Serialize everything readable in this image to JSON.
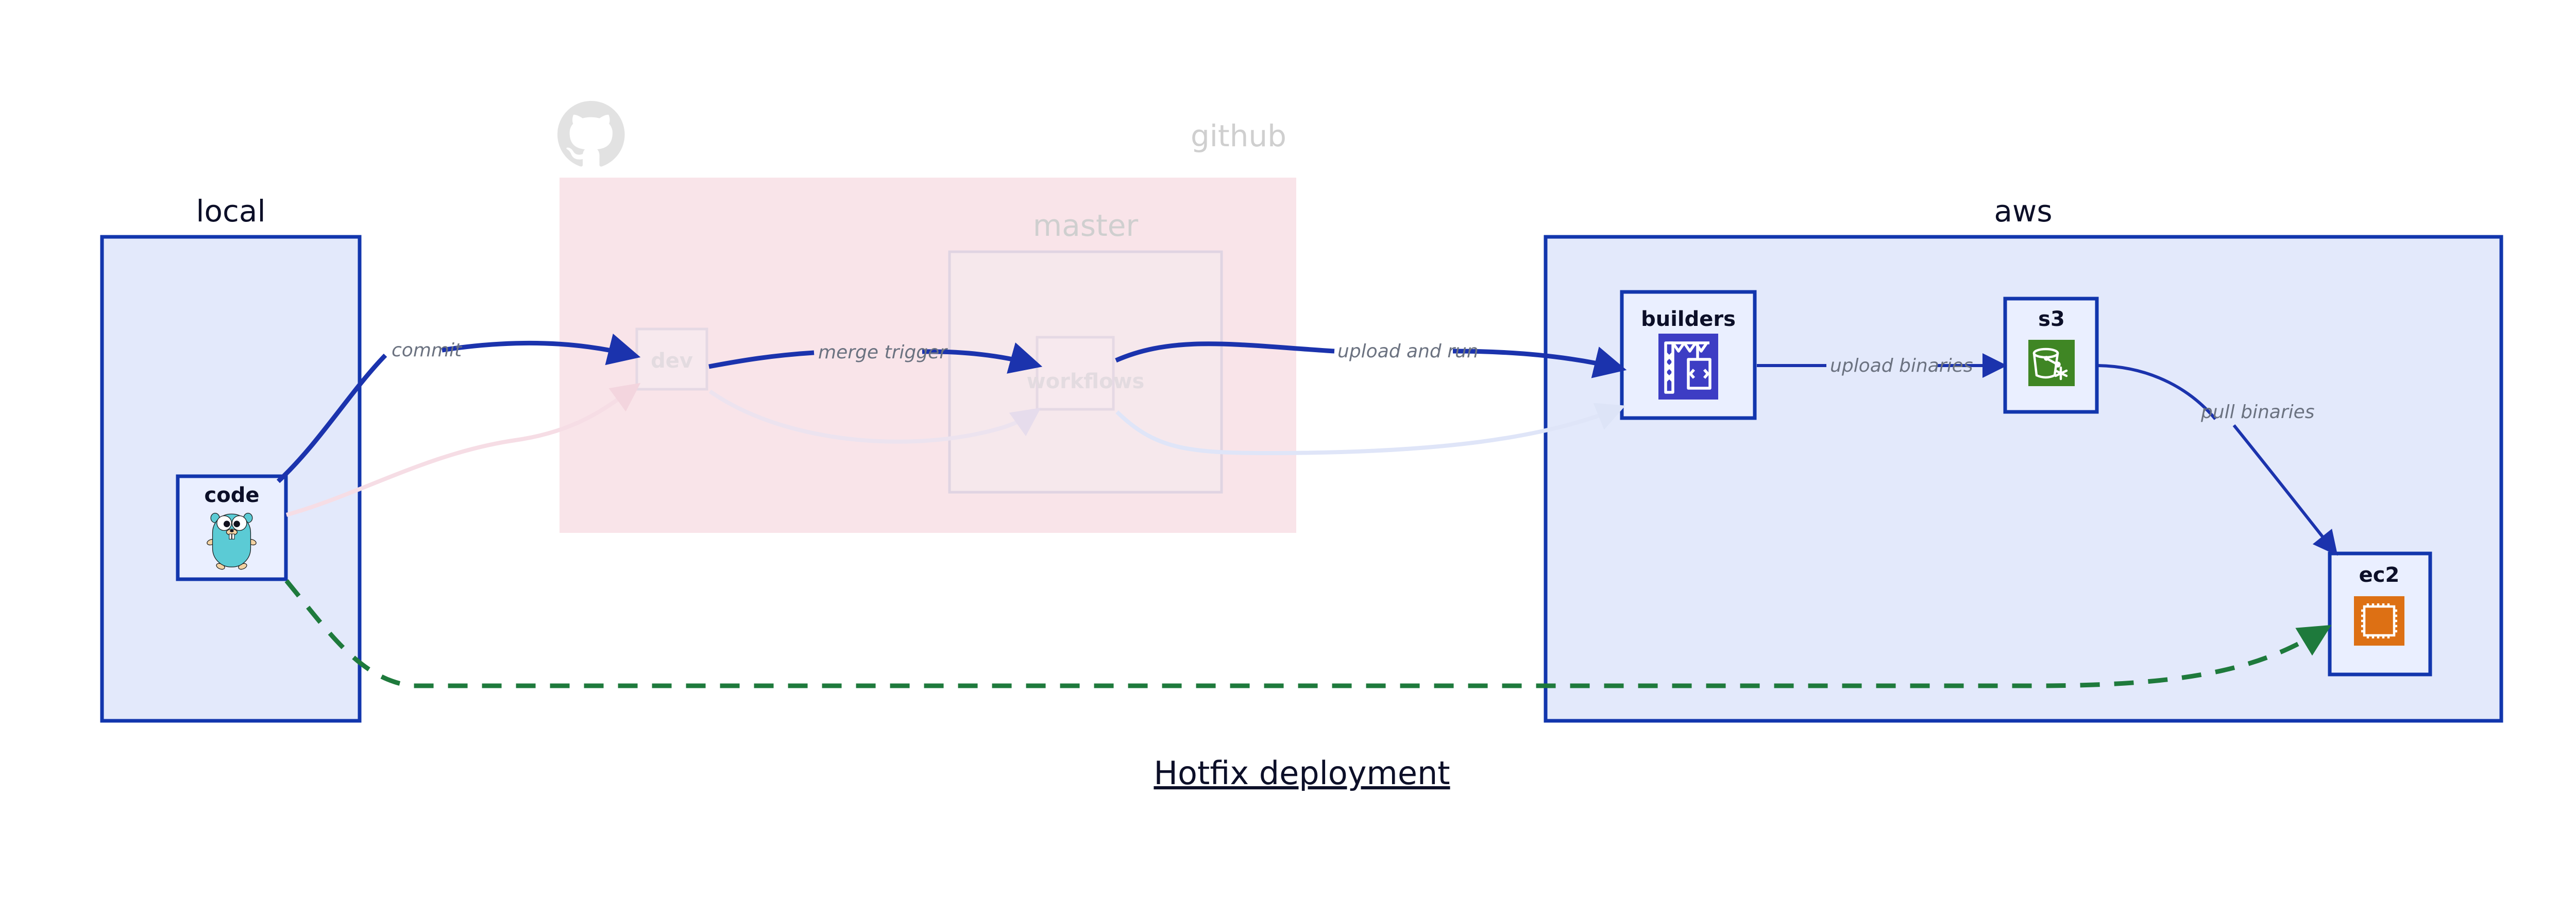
{
  "diagram": {
    "title": "Hotfix deployment",
    "groups": [
      {
        "id": "local",
        "label": "local",
        "ghosted": false
      },
      {
        "id": "github",
        "label": "github",
        "ghosted": true
      },
      {
        "id": "aws",
        "label": "aws",
        "ghosted": false
      }
    ],
    "subgroups": [
      {
        "id": "master",
        "label": "master",
        "parent": "github",
        "ghosted": true
      }
    ],
    "nodes": [
      {
        "id": "code",
        "label": "code",
        "group": "local",
        "icon": "go-gopher-icon",
        "ghosted": false
      },
      {
        "id": "dev",
        "label": "dev",
        "group": "github",
        "icon": null,
        "ghosted": true
      },
      {
        "id": "workflows",
        "label": "workflows",
        "group": "master",
        "icon": null,
        "ghosted": true
      },
      {
        "id": "builders",
        "label": "builders",
        "group": "aws",
        "icon": "codebuild-icon",
        "ghosted": false
      },
      {
        "id": "s3",
        "label": "s3",
        "group": "aws",
        "icon": "s3-bucket-icon",
        "ghosted": false
      },
      {
        "id": "ec2",
        "label": "ec2",
        "group": "aws",
        "icon": "ec2-chip-icon",
        "ghosted": false
      }
    ],
    "edges": [
      {
        "id": "commit",
        "from": "code",
        "to": "dev",
        "label": "commit",
        "style": "solid",
        "color": "#1b33ad",
        "ghosted": false
      },
      {
        "id": "merge-trigger",
        "from": "dev",
        "to": "workflows",
        "label": "merge trigger",
        "style": "solid",
        "color": "#1b33ad",
        "ghosted": false
      },
      {
        "id": "upload-run",
        "from": "workflows",
        "to": "builders",
        "label": "upload and run",
        "style": "solid",
        "color": "#1b33ad",
        "ghosted": false
      },
      {
        "id": "upload-bin",
        "from": "builders",
        "to": "s3",
        "label": "upload binaries",
        "style": "solid",
        "color": "#1b33ad",
        "ghosted": false
      },
      {
        "id": "pull-bin",
        "from": "s3",
        "to": "ec2",
        "label": "pull binaries",
        "style": "solid",
        "color": "#1b33ad",
        "ghosted": false
      },
      {
        "id": "hotfix-direct",
        "from": "code",
        "to": "ec2",
        "label": "",
        "style": "dashed",
        "color": "#1e7a3c",
        "ghosted": false
      },
      {
        "id": "ghost-code-dev",
        "from": "code",
        "to": "dev",
        "label": "",
        "style": "solid",
        "color": "#f6dde5",
        "ghosted": true
      },
      {
        "id": "ghost-dev-wf",
        "from": "dev",
        "to": "workflows",
        "label": "",
        "style": "solid",
        "color": "#ece3ef",
        "ghosted": true
      },
      {
        "id": "ghost-wf-builders",
        "from": "workflows",
        "to": "builders",
        "label": "",
        "style": "solid",
        "color": "#dfe5f8",
        "ghosted": true
      }
    ],
    "colors": {
      "container_fill": "#e3e9fb",
      "container_stroke": "#1236ad",
      "github_fill": "#f9e4e9",
      "node_fill": "#eaefff",
      "edge_blue": "#1b33ad",
      "edge_green": "#1e7a3c",
      "label_gray": "#6b7280",
      "text_dark": "#0c0f28",
      "gopher_body": "#5bcbd5",
      "codebuild_bg": "#3d3dc4",
      "s3_bg": "#3f8624",
      "ec2_bg": "#dd7014"
    },
    "icons": {
      "github_mark": "github-octocat-icon"
    }
  }
}
